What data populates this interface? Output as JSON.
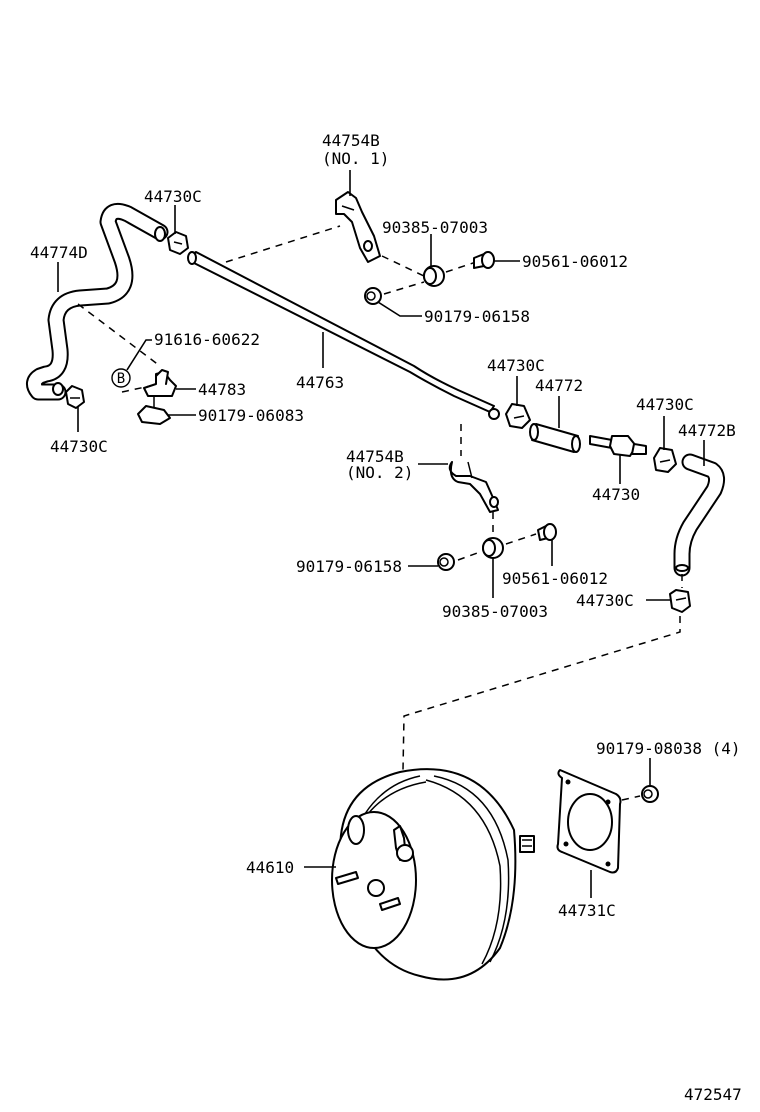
{
  "diagram": {
    "title": "Brake booster & vacuum tube parts diagram",
    "figure_number": "472547",
    "callout_B": "B",
    "labels": {
      "bracket_no1_part": "44754B",
      "bracket_no1_qual": "(NO. 1)",
      "clip_top_left": "44730C",
      "hose_left": "44774D",
      "grommet_top": "90385-07003",
      "bolt_top": "90561-06012",
      "nut_top": "90179-06158",
      "bolt_clip": "91616-60622",
      "clamp_bracket": "44783",
      "nut_clamp": "90179-06083",
      "tube": "44763",
      "clip_bottom_left": "44730C",
      "clip_mid": "44730C",
      "hose_short": "44772",
      "clip_right": "44730C",
      "hose_right": "44772B",
      "bracket_no2_part": "44754B",
      "bracket_no2_qual": "(NO. 2)",
      "check_valve": "44730",
      "nut_mid": "90179-06158",
      "bolt_mid": "90561-06012",
      "grommet_mid": "90385-07003",
      "clip_lower_right": "44730C",
      "nut_booster": "90179-08038 (4)",
      "booster": "44610",
      "gasket": "44731C"
    }
  }
}
